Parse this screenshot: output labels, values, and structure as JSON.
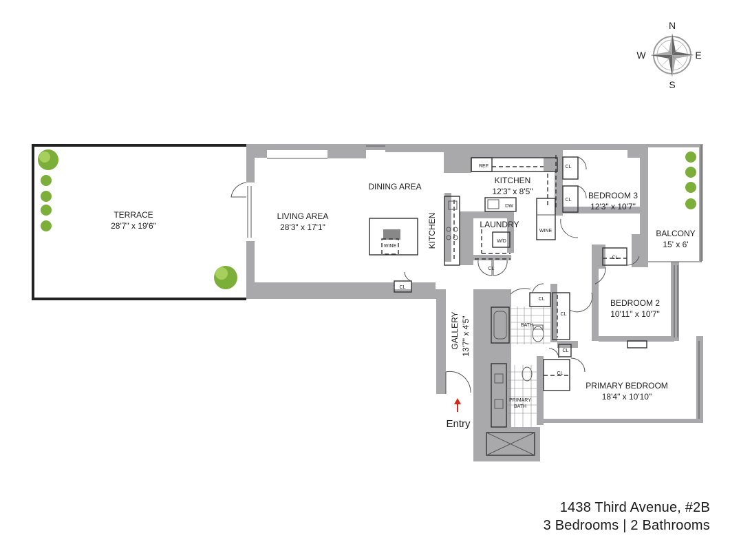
{
  "compass": {
    "n": "N",
    "s": "S",
    "e": "E",
    "w": "W"
  },
  "rooms": {
    "terrace": {
      "name": "TERRACE",
      "size": "28'7\" x 19'6\""
    },
    "living": {
      "name": "LIVING AREA",
      "size": "28'3\" x 17'1\""
    },
    "dining": {
      "name": "DINING AREA"
    },
    "kitchen": {
      "name": "KITCHEN",
      "size": "12'3\" x 8'5\""
    },
    "kitchen_vertical": "KITCHEN",
    "laundry": "LAUNDRY",
    "bedroom3": {
      "name": "BEDROOM 3",
      "size": "12'3\" x 10'7\""
    },
    "balcony": {
      "name": "BALCONY",
      "size": "15' x 6'"
    },
    "bedroom2": {
      "name": "BEDROOM 2",
      "size": "10'11\" x 10'7\""
    },
    "gallery": {
      "name": "GALLERY",
      "size": "13'7\" x 4'5\""
    },
    "bath": "BATH",
    "primary_bath_1": "PRIMARY",
    "primary_bath_2": "BATH",
    "primary_bedroom": {
      "name": "PRIMARY BEDROOM",
      "size": "18'4\" x 10'10\""
    }
  },
  "fixtures": {
    "ref": "REF",
    "dw": "DW",
    "wd": "W/D",
    "wine": "WINE",
    "wine2": "WINE",
    "cl": "CL"
  },
  "entry": "Entry",
  "listing": {
    "address": "1438 Third Avenue, #2B",
    "summary": "3 Bedrooms | 2 Bathrooms"
  },
  "colors": {
    "wall": "#a9a9ab",
    "tree": "#7cae3a",
    "entry_arrow": "#d9271c"
  }
}
